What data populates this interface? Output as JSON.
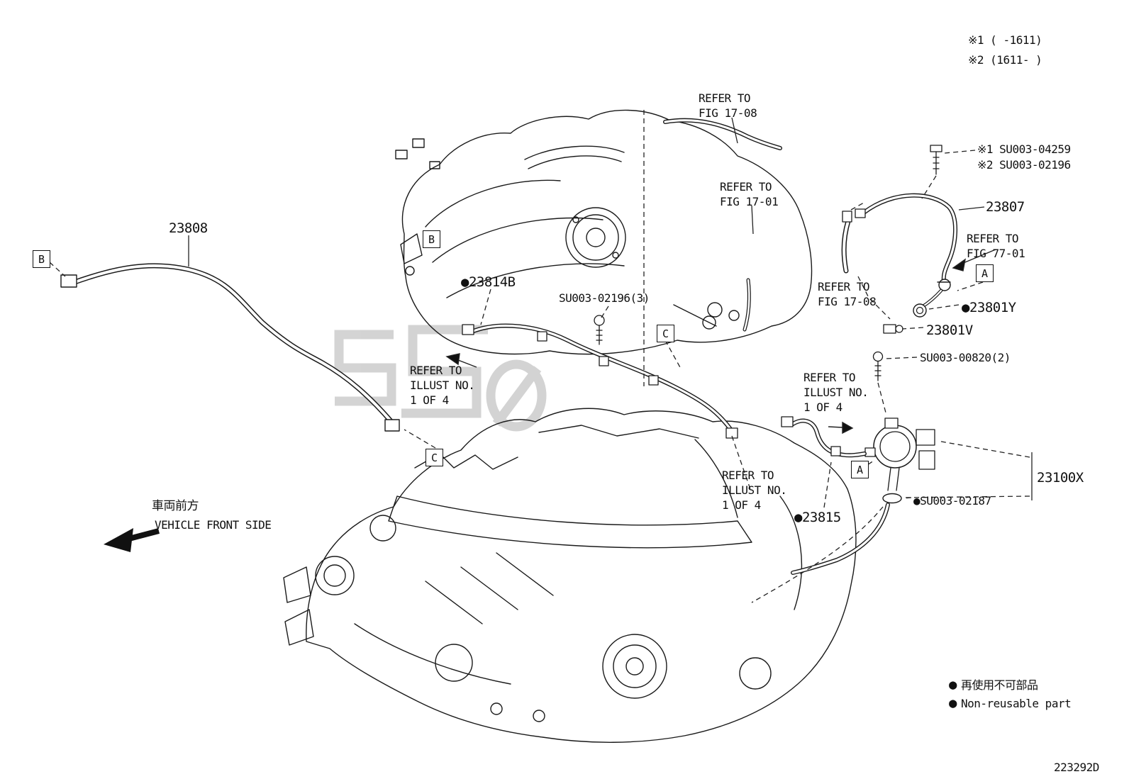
{
  "header_notes": {
    "note1": "※1 (    -1611)",
    "note2": "※2 (1611-    )"
  },
  "labels": {
    "refer_fig_1708_top": "REFER TO\nFIG 17-08",
    "refer_fig_1701": "REFER TO\nFIG 17-01",
    "su003_04259": "※1 SU003-04259",
    "su003_02196": "※2 SU003-02196",
    "p23807": "23807",
    "refer_fig_7701": "REFER TO\nFIG 77-01",
    "p23808": "23808",
    "p23814b": "●23814B",
    "su003_02196_3": "SU003-02196(3)",
    "refer_fig_1708_right": "REFER TO\nFIG 17-08",
    "p23801y": "●23801Y",
    "p23801v": "23801V",
    "su003_00820_2": "SU003-00820(2)",
    "refer_illust_left": "REFER TO\nILLUST NO.\n1 OF 4",
    "refer_illust_mid": "REFER TO\nILLUST NO.\n1 OF 4",
    "refer_illust_bottom": "REFER TO\nILLUST NO.\n1 OF 4",
    "p23100x": "23100X",
    "su003_02187": "●SU003-02187",
    "p23815": "●23815",
    "vehicle_front_jp": "車両前方",
    "vehicle_front_en": "VEHICLE FRONT SIDE"
  },
  "callouts": {
    "a": "A",
    "b": "B",
    "c": "C"
  },
  "legend": {
    "bullet": "●",
    "jp": "再使用不可部品",
    "en": "Non-reusable part"
  },
  "diagram_id": "223292D",
  "colors": {
    "line": "#1a1a1a",
    "watermark": "#c9c9c9"
  }
}
